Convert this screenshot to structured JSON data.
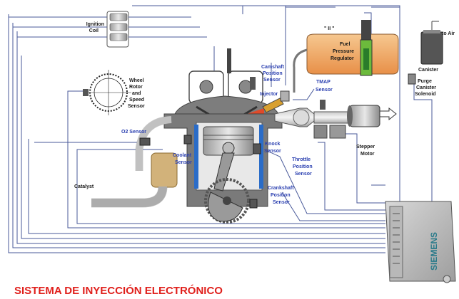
{
  "title": "SISTEMA DE INYECCIÓN ELECTRÓNICO",
  "ecu_brand": "SIEMENS",
  "labels": {
    "ignition": "Ignition",
    "coil": "Coil",
    "wheel_1": "Wheel",
    "wheel_2": "Rotor",
    "wheel_3": "and",
    "wheel_4": "Speed",
    "wheel_5": "Sensor",
    "camshaft_1": "Camshaft",
    "camshaft_2": "Position",
    "camshaft_3": "Sensor",
    "injector": "Injector",
    "tmap_1": "TMAP",
    "tmap_2": "Sensor",
    "fuel_1": "Fuel",
    "fuel_2": "Pressure",
    "fuel_3": "Regulator",
    "canister": "Canister",
    "to_air": "to Air",
    "purge_1": "Purge",
    "purge_2": "Canister",
    "purge_3": "Solenoid",
    "o2": "O2 Sensor",
    "coolant_1": "Coolant",
    "coolant_2": "Sensor",
    "knock_1": "Knock",
    "knock_2": "Sensor",
    "throttle_1": "Throttle",
    "throttle_2": "Position",
    "throttle_3": "Sensor",
    "stepper_1": "Stepper",
    "stepper_2": "Motor",
    "catalyst": "Catalyst",
    "crank_1": "Crankshaft",
    "crank_2": "Position",
    "crank_3": "Sensor"
  },
  "colors": {
    "wire": "#4a5a9a",
    "engine": "#6f6f6f",
    "hot": "#c8481e",
    "fuel_tank": "#f0a860",
    "label_blue": "#2a3fb0",
    "title": "#e0201c"
  }
}
